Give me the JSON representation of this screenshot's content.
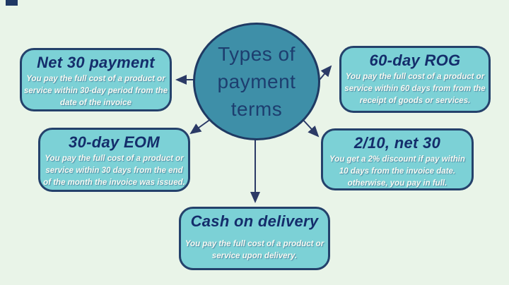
{
  "colors": {
    "background": "#e9f4e8",
    "node_fill": "#7cd1d6",
    "node_border": "#24416b",
    "center_fill": "#3e8fa8",
    "center_border": "#1f3a63",
    "title_text": "#142d6b",
    "center_text": "#1d3e6f",
    "body_text": "#f7f9f2",
    "arrow": "#2b3a66"
  },
  "center": {
    "title": "Types of\npayment\nterms"
  },
  "nodes": [
    {
      "id": "net-30-payment",
      "title": "Net 30 payment",
      "body": "You pay the full cost of a product or\nservice within 30-day period from the\ndate of the invoice"
    },
    {
      "id": "60-day-rog",
      "title": "60-day ROG",
      "body": "You pay the full cost of a product or\nservice within 60 days from from the\nreceipt of goods or services."
    },
    {
      "id": "30-day-eom",
      "title": "30-day EOM",
      "body": "You pay the full cost of a product or\nservice within 30 days from the end\nof the month the invoice was issued."
    },
    {
      "id": "2-10-net-30",
      "title": "2/10, net 30",
      "body": "You get a 2% discount if pay within\n10 days from the invoice date.\notherwise, you pay in full."
    },
    {
      "id": "cash-on-delivery",
      "title": "Cash on delivery",
      "body": "You pay the full cost of a product or\nservice upon delivery."
    }
  ]
}
